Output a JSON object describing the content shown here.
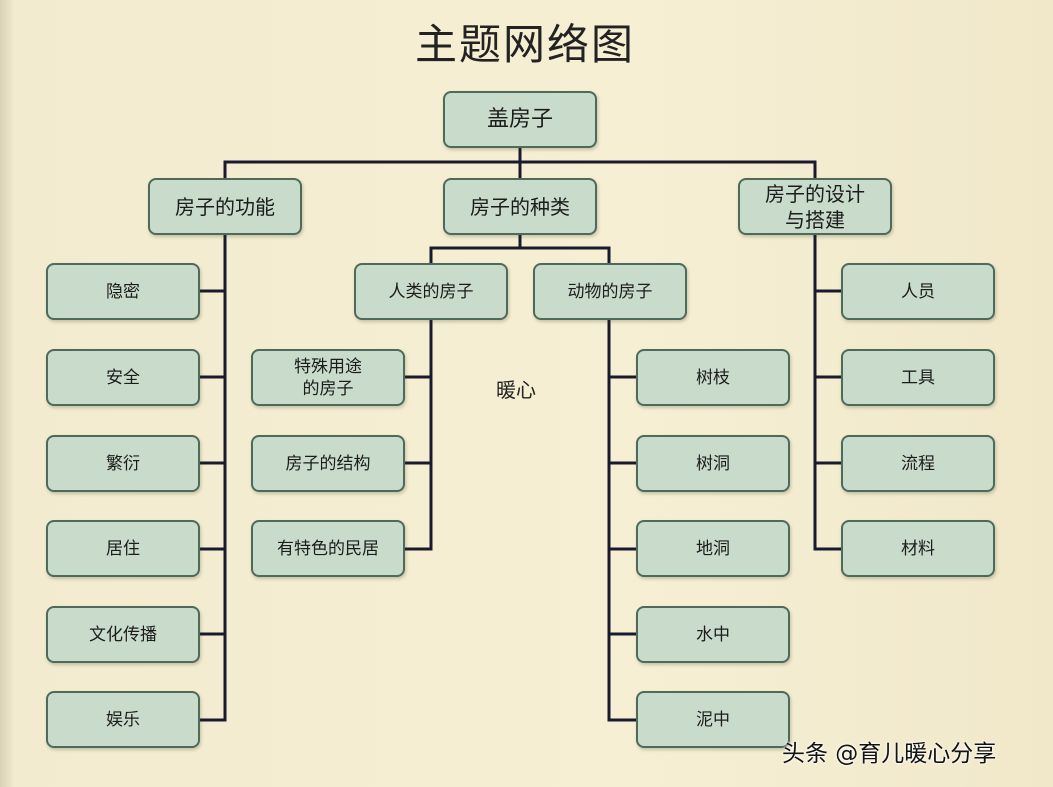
{
  "title": "主题网络图",
  "root": "盖房子",
  "branches": {
    "function": {
      "label": "房子的功能",
      "items": [
        "隐密",
        "安全",
        "繁衍",
        "居住",
        "文化传播",
        "娱乐"
      ]
    },
    "types": {
      "label": "房子的种类",
      "human": {
        "label": "人类的房子",
        "items": [
          "特殊用途\n的房子",
          "房子的结构",
          "有特色的民居"
        ]
      },
      "animal": {
        "label": "动物的房子",
        "items": [
          "树枝",
          "树洞",
          "地洞",
          "水中",
          "泥中"
        ]
      }
    },
    "design": {
      "label": "房子的设计\n与搭建",
      "items": [
        "人员",
        "工具",
        "流程",
        "材料"
      ]
    }
  },
  "watermark_center": "暖心",
  "watermark_credit": "头条 @育儿暖心分享",
  "colors": {
    "node_fill": "#c9dccb",
    "node_border": "#4e6a5a",
    "line": "#1a1a2e",
    "background": "#f4ecd0"
  }
}
